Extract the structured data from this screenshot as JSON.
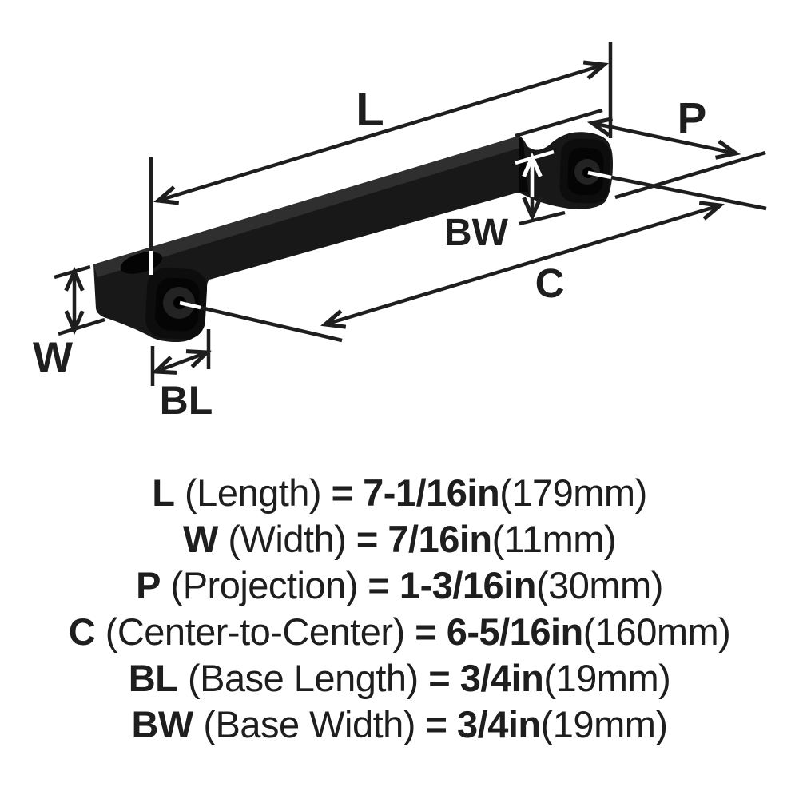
{
  "diagram": {
    "description": "cabinet pull handle dimension diagram",
    "dim_labels": {
      "L": "L",
      "W": "W",
      "P": "P",
      "C": "C",
      "BL": "BL",
      "BW": "BW"
    }
  },
  "specs": [
    {
      "sym": "L",
      "name": "(Length)",
      "val": "= 7-1/16in",
      "mm": "(179mm)"
    },
    {
      "sym": "W",
      "name": "(Width)",
      "val": "= 7/16in",
      "mm": "(11mm)"
    },
    {
      "sym": "P",
      "name": "(Projection)",
      "val": "= 1-3/16in",
      "mm": "(30mm)"
    },
    {
      "sym": "C",
      "name": "(Center-to-Center)",
      "val": "= 6-5/16in",
      "mm": "(160mm)"
    },
    {
      "sym": "BL",
      "name": "(Base Length)",
      "val": "= 3/4in",
      "mm": "(19mm)"
    },
    {
      "sym": "BW",
      "name": "(Base Width)",
      "val": "= 3/4in",
      "mm": "(19mm)"
    }
  ],
  "colors": {
    "ink": "#1e1e1e",
    "background": "#ffffff",
    "handle_black": "#181818",
    "handle_top": "#2f2f2f",
    "base_face": "#0d0d0d",
    "recess": "#050505",
    "boss": "#232323",
    "hole": "#000000"
  }
}
